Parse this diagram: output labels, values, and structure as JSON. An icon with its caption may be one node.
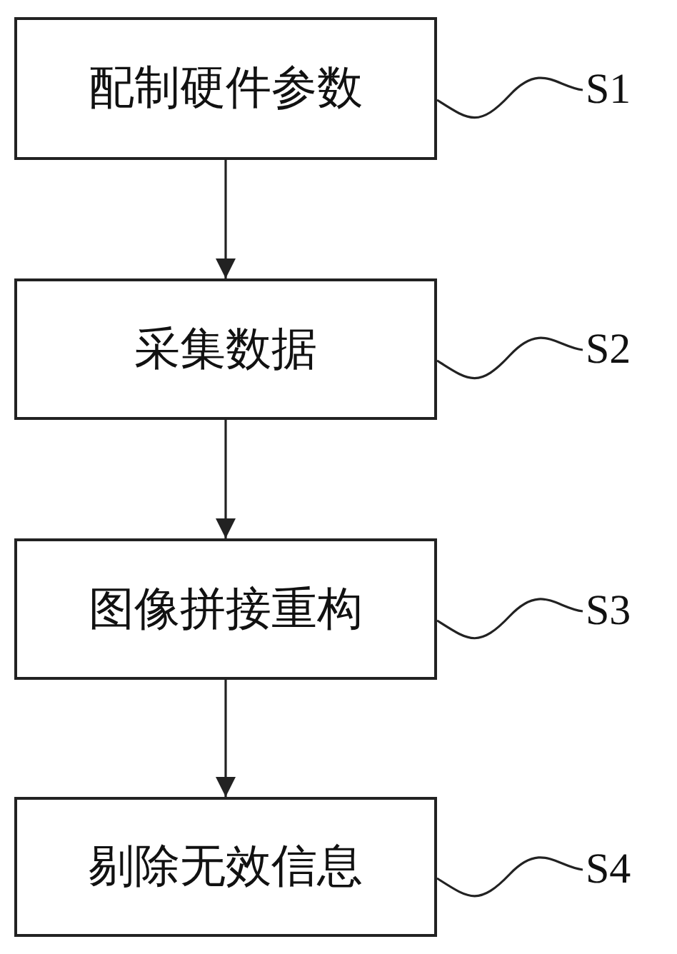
{
  "diagram": {
    "nodes": [
      {
        "text": [
          "配制硬件参数"
        ]
      },
      {
        "text": [
          "采集数据"
        ]
      },
      {
        "text": [
          "图像拼接重构"
        ]
      },
      {
        "text": [
          "剔除无效信息"
        ]
      },
      {
        "text": [
          "S1"
        ]
      },
      {
        "text": [
          "S2"
        ]
      },
      {
        "text": [
          "S3"
        ]
      },
      {
        "text": [
          "S4"
        ]
      }
    ],
    "edges": [
      {
        "from": 0,
        "to": 1,
        "arrow": "to"
      },
      {
        "from": 1,
        "to": 2,
        "arrow": "to"
      },
      {
        "from": 2,
        "to": 3,
        "arrow": "to"
      },
      {
        "from": 4,
        "to": 0,
        "arrow": "none"
      },
      {
        "from": 5,
        "to": 1,
        "arrow": "none"
      },
      {
        "from": 6,
        "to": 2,
        "arrow": "none"
      },
      {
        "from": 7,
        "to": 3,
        "arrow": "none"
      }
    ]
  }
}
